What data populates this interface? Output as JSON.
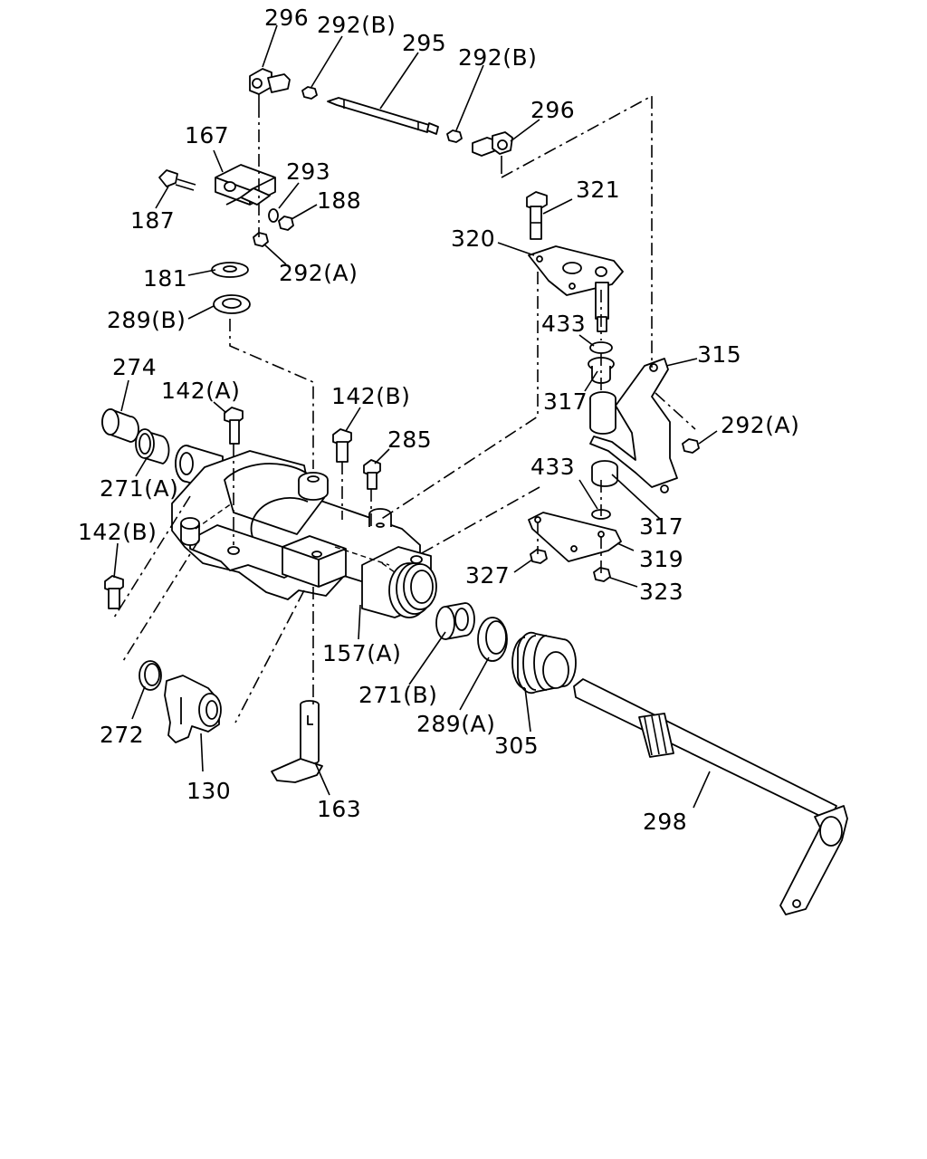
{
  "labels": [
    {
      "id": "296a",
      "text": "296"
    },
    {
      "id": "292b1",
      "text": "292(B)"
    },
    {
      "id": "295",
      "text": "295"
    },
    {
      "id": "292b2",
      "text": "292(B)"
    },
    {
      "id": "296b",
      "text": "296"
    },
    {
      "id": "167",
      "text": "167"
    },
    {
      "id": "293",
      "text": "293"
    },
    {
      "id": "188",
      "text": "188"
    },
    {
      "id": "187",
      "text": "187"
    },
    {
      "id": "181",
      "text": "181"
    },
    {
      "id": "292a1",
      "text": "292(A)"
    },
    {
      "id": "321",
      "text": "321"
    },
    {
      "id": "320",
      "text": "320"
    },
    {
      "id": "289b",
      "text": "289(B)"
    },
    {
      "id": "433a",
      "text": "433"
    },
    {
      "id": "274",
      "text": "274"
    },
    {
      "id": "315",
      "text": "315"
    },
    {
      "id": "142a",
      "text": "142(A)"
    },
    {
      "id": "142b1",
      "text": "142(B)"
    },
    {
      "id": "317a",
      "text": "317"
    },
    {
      "id": "292a2",
      "text": "292(A)"
    },
    {
      "id": "285",
      "text": "285"
    },
    {
      "id": "271a",
      "text": "271(A)"
    },
    {
      "id": "433b",
      "text": "433"
    },
    {
      "id": "317b",
      "text": "317"
    },
    {
      "id": "142b2",
      "text": "142(B)"
    },
    {
      "id": "319",
      "text": "319"
    },
    {
      "id": "327",
      "text": "327"
    },
    {
      "id": "323",
      "text": "323"
    },
    {
      "id": "157a",
      "text": "157(A)"
    },
    {
      "id": "271b",
      "text": "271(B)"
    },
    {
      "id": "289a",
      "text": "289(A)"
    },
    {
      "id": "305",
      "text": "305"
    },
    {
      "id": "272",
      "text": "272"
    },
    {
      "id": "130",
      "text": "130"
    },
    {
      "id": "163",
      "text": "163"
    },
    {
      "id": "298",
      "text": "298"
    }
  ]
}
